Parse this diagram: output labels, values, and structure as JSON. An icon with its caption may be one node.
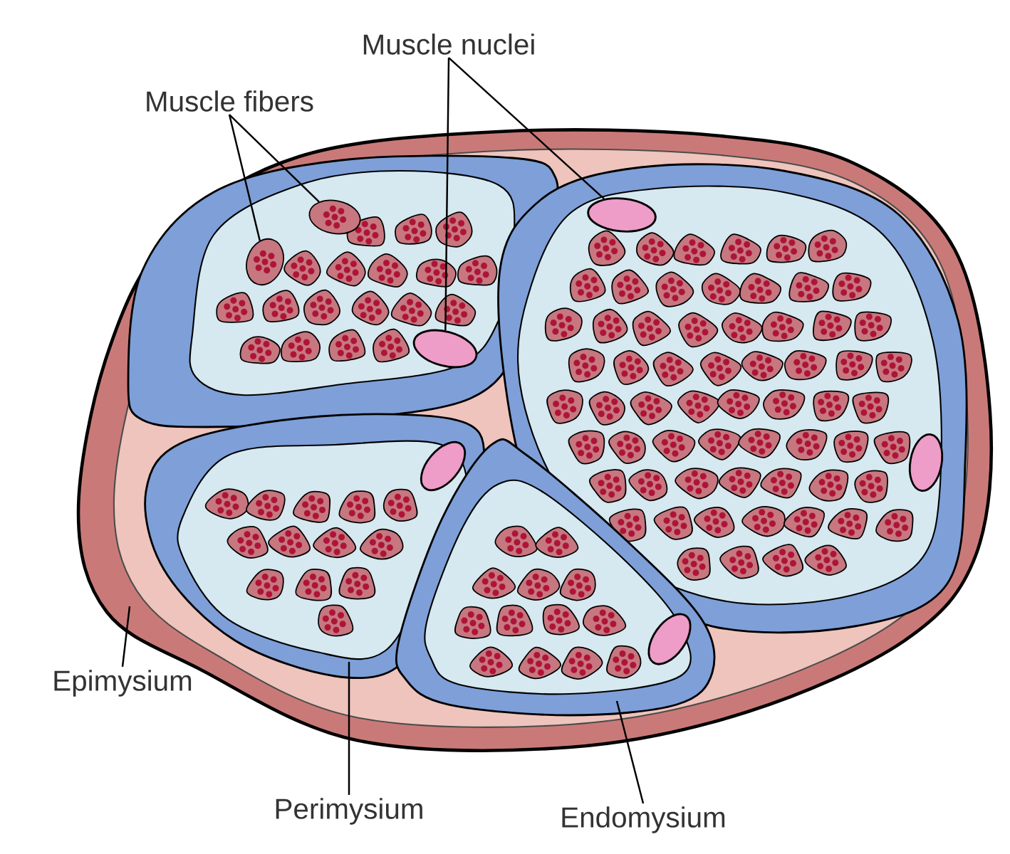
{
  "diagram": {
    "nodes": [
      {
        "text": [
          "Muscle nuclei"
        ]
      },
      {
        "text": [
          "Muscle fibers"
        ]
      },
      {
        "text": [
          "Epimysium"
        ]
      },
      {
        "text": [
          "Perimysium"
        ]
      },
      {
        "text": [
          "Endomysium"
        ]
      },
      {
        "text": [],
        "shape": "ellipse"
      },
      {
        "text": [],
        "shape": "ellipse"
      },
      {
        "text": [],
        "shape": "ellipse"
      },
      {
        "text": [],
        "shape": "ellipse"
      },
      {
        "text": [],
        "shape": "ellipse"
      },
      {
        "text": [],
        "shape": "ellipse"
      },
      {
        "text": [],
        "shape": "ellipse"
      }
    ],
    "edges": [
      {
        "from": 0,
        "to": 5,
        "arrow": "none"
      },
      {
        "from": 0,
        "to": 6,
        "arrow": "none"
      },
      {
        "from": 1,
        "to": 7,
        "arrow": "none"
      },
      {
        "from": 1,
        "to": 8,
        "arrow": "none"
      },
      {
        "from": 2,
        "to": null,
        "arrow": "none"
      },
      {
        "from": 3,
        "to": null,
        "arrow": "none"
      },
      {
        "from": 4,
        "to": null,
        "arrow": "none"
      }
    ]
  }
}
